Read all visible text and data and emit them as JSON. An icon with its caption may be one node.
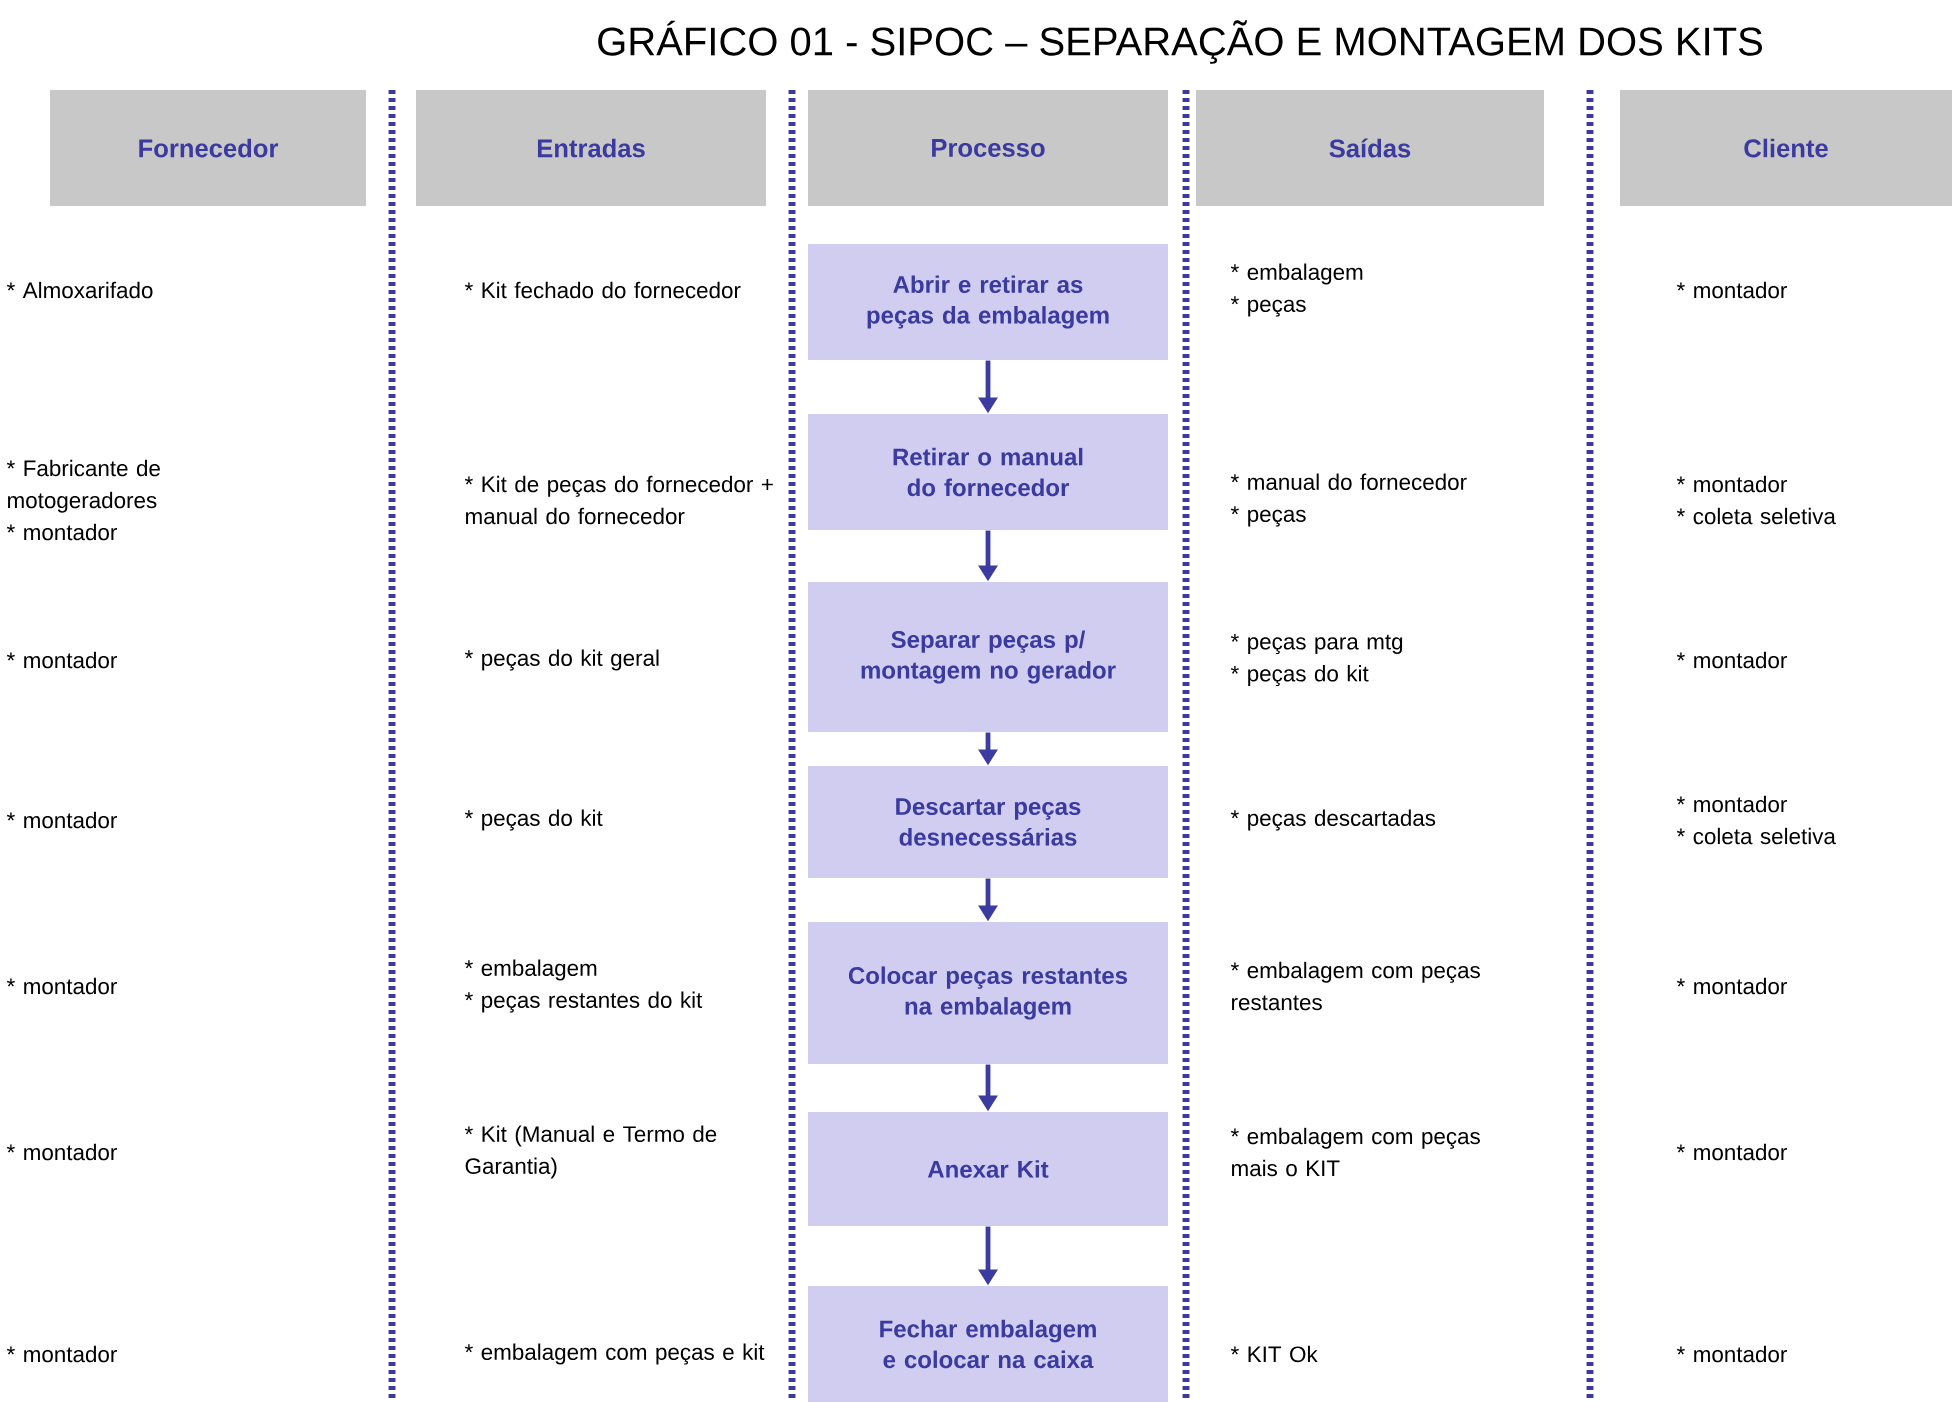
{
  "diagram": {
    "title": "GRÁFICO 01 - SIPOC – SEPARAÇÃO E MONTAGEM DOS KITS",
    "nodes": [
      {
        "text": [
          "Fornecedor"
        ]
      },
      {
        "text": [
          "Entradas"
        ]
      },
      {
        "text": [
          "Processo"
        ]
      },
      {
        "text": [
          "Saídas"
        ]
      },
      {
        "text": [
          "Cliente"
        ]
      },
      {
        "text": [
          "Abrir e retirar as peças da embalagem"
        ]
      },
      {
        "text": [
          "Retirar o manual do fornecedor"
        ]
      },
      {
        "text": [
          "Separar peças p/ montagem no gerador"
        ]
      },
      {
        "text": [
          "Descartar peças desnecessárias"
        ]
      },
      {
        "text": [
          "Colocar peças restantes na embalagem"
        ]
      },
      {
        "text": [
          "Anexar Kit"
        ]
      },
      {
        "text": [
          "Fechar embalagem e colocar na caixa"
        ]
      }
    ],
    "edges": [
      {
        "from": 5,
        "to": 6,
        "arrow": "to"
      },
      {
        "from": 6,
        "to": 7,
        "arrow": "to"
      },
      {
        "from": 7,
        "to": 8,
        "arrow": "to"
      },
      {
        "from": 8,
        "to": 9,
        "arrow": "to"
      },
      {
        "from": 9,
        "to": 10,
        "arrow": "to"
      },
      {
        "from": 10,
        "to": 11,
        "arrow": "to"
      }
    ],
    "labels": [
      "* Almoxarifado",
      "* Kit fechado do fornecedor",
      "* embalagem",
      "* peças",
      "* montador",
      "* Fabricante de motogeradores",
      "* montador",
      "* Kit de peças do fornecedor + manual do fornecedor",
      "* manual do fornecedor",
      "* peças",
      "* montador",
      "* coleta seletiva",
      "* montador",
      "* peças do kit geral",
      "* peças para mtg",
      "* peças do kit",
      "* montador",
      "* montador",
      "* peças do kit",
      "* peças descartadas",
      "* montador",
      "* coleta seletiva",
      "* montador",
      "* embalagem",
      "* peças restantes do kit",
      "* embalagem com peças restantes",
      "* montador",
      "* montador",
      "* Kit (Manual e Termo de Garantia)",
      "* embalagem com peças mais o KIT",
      "* montador",
      "* montador",
      "* embalagem com peças e kit",
      "* KIT Ok",
      "* montador"
    ]
  }
}
